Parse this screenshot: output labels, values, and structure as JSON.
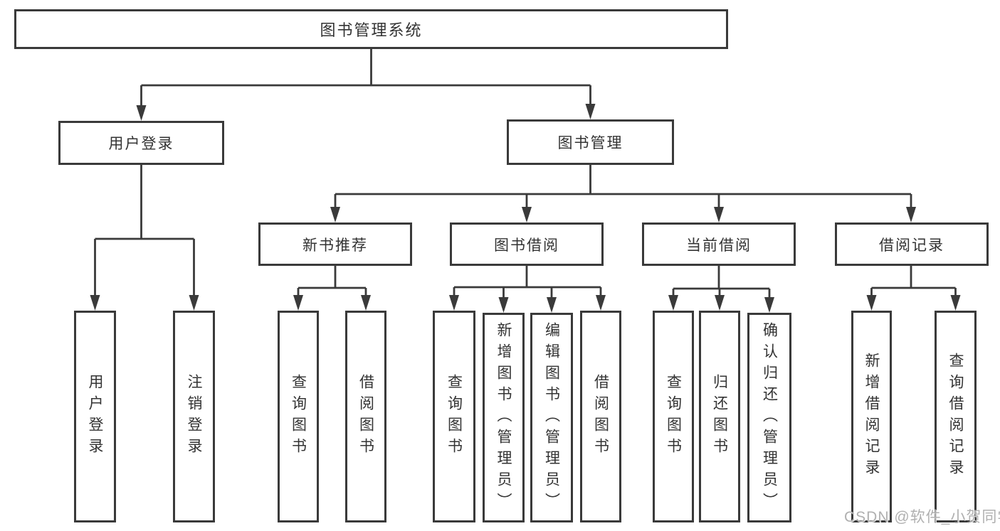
{
  "tree": {
    "root": "图书管理系统",
    "branches": [
      {
        "label": "用户登录",
        "leaves": [
          "用户登录",
          "注销登录"
        ]
      },
      {
        "label": "图书管理",
        "sections": [
          {
            "label": "新书推荐",
            "leaves": [
              "查询图书",
              "借阅图书"
            ]
          },
          {
            "label": "图书借阅",
            "leaves": [
              "查询图书",
              "新增图书（管理员）",
              "编辑图书（管理员）",
              "借阅图书"
            ]
          },
          {
            "label": "当前借阅",
            "leaves": [
              "查询图书",
              "归还图书",
              "确认归还（管理员）"
            ]
          },
          {
            "label": "借阅记录",
            "leaves": [
              "新增借阅记录",
              "查询借阅记录"
            ]
          }
        ]
      }
    ]
  },
  "watermark": "CSDN @软件_小贺同学",
  "colors": {
    "line": "#3a3a3a",
    "text": "#333333",
    "watermark": "#b0b0b0",
    "bg": "#ffffff"
  }
}
